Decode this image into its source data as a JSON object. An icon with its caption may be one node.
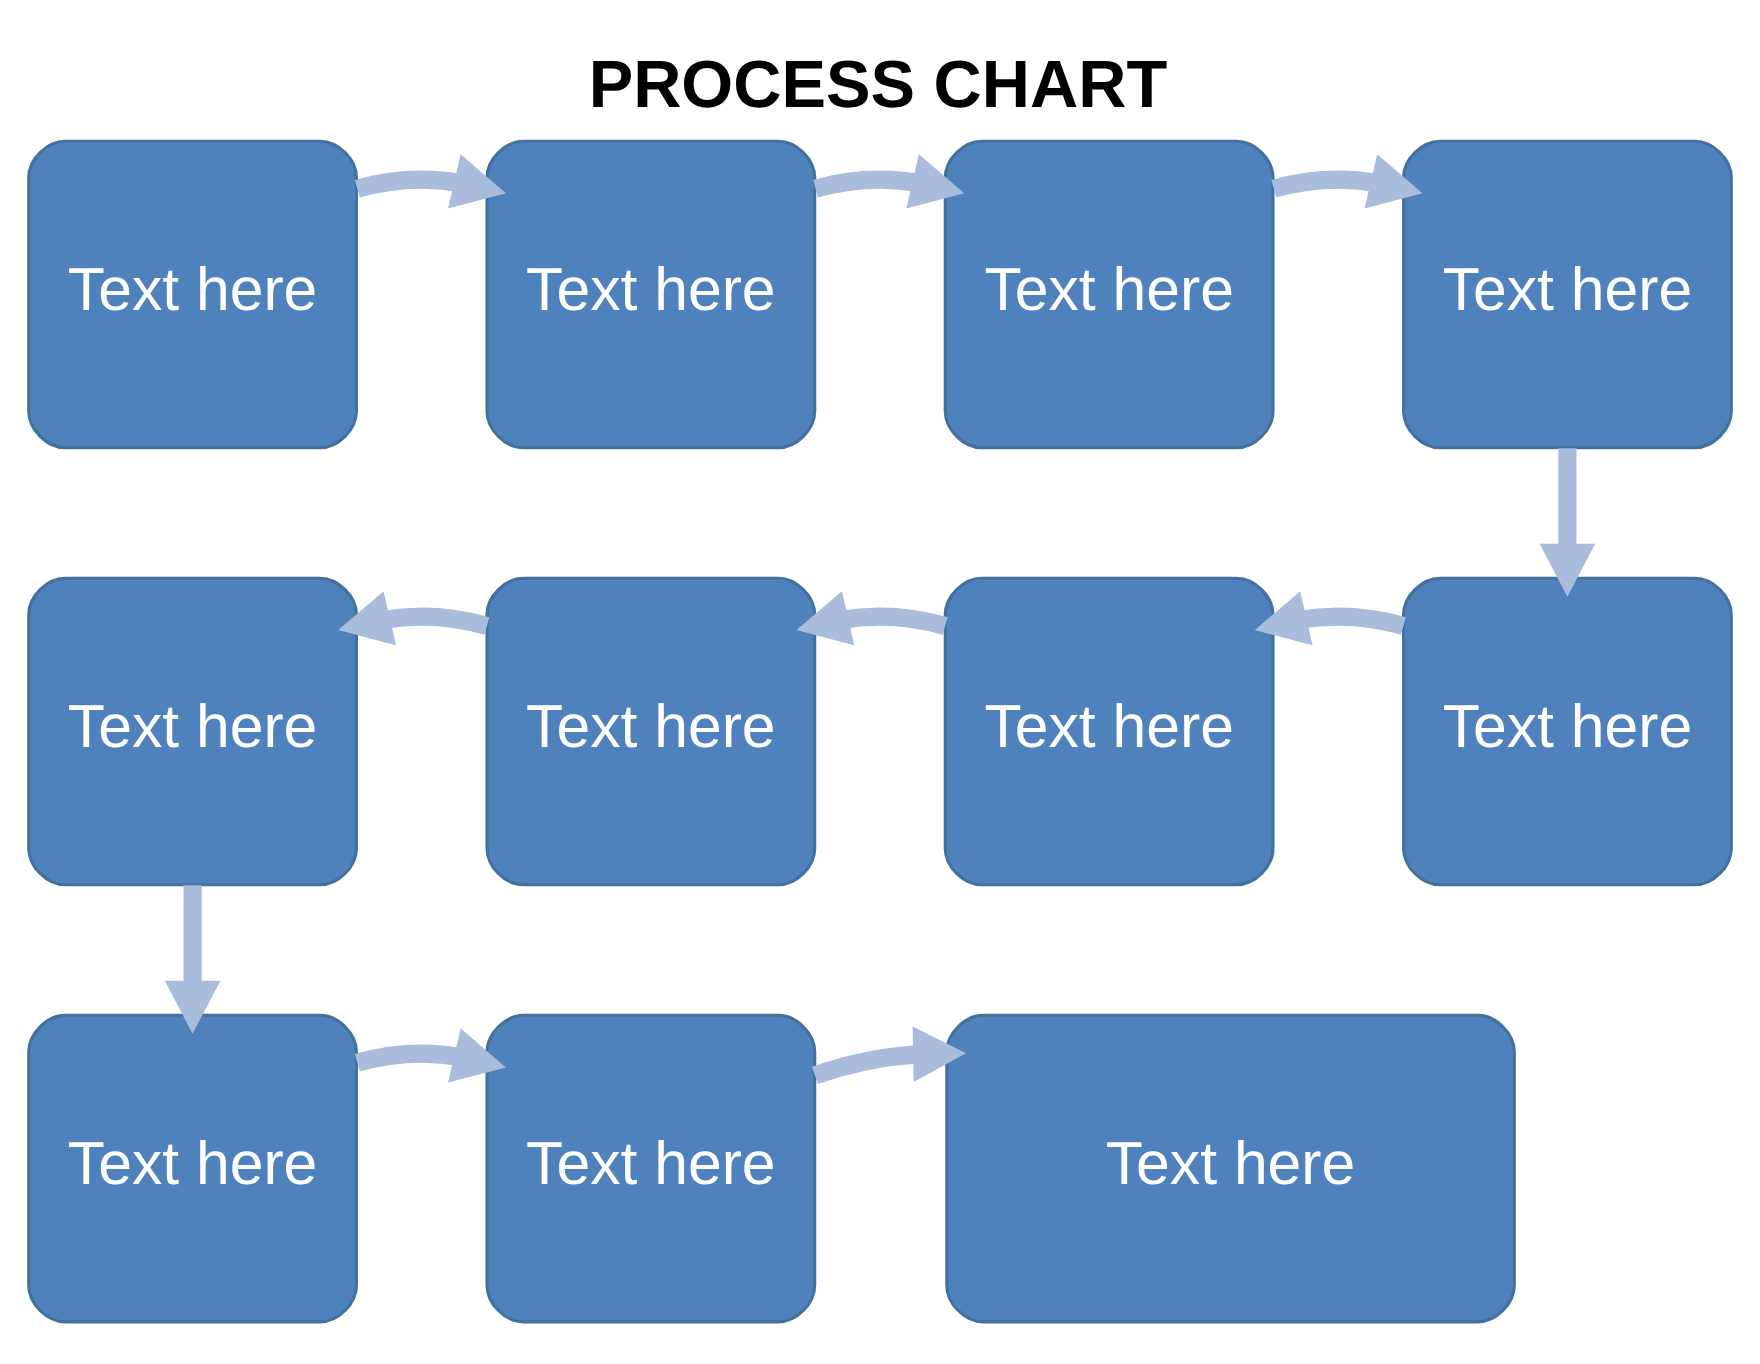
{
  "diagram": {
    "title": "PROCESS CHART",
    "nodes": [
      {
        "text": [
          "Text here"
        ]
      },
      {
        "text": [
          "Text here"
        ]
      },
      {
        "text": [
          "Text here"
        ]
      },
      {
        "text": [
          "Text here"
        ]
      },
      {
        "text": [
          "Text here"
        ]
      },
      {
        "text": [
          "Text here"
        ]
      },
      {
        "text": [
          "Text here"
        ]
      },
      {
        "text": [
          "Text here"
        ]
      },
      {
        "text": [
          "Text here"
        ]
      },
      {
        "text": [
          "Text here"
        ]
      },
      {
        "text": [
          "Text here"
        ]
      }
    ],
    "edges": [
      {
        "from": 0,
        "to": 1,
        "arrow": "to"
      },
      {
        "from": 1,
        "to": 2,
        "arrow": "to"
      },
      {
        "from": 2,
        "to": 3,
        "arrow": "to"
      },
      {
        "from": 3,
        "to": 7,
        "arrow": "to"
      },
      {
        "from": 7,
        "to": 6,
        "arrow": "to"
      },
      {
        "from": 6,
        "to": 5,
        "arrow": "to"
      },
      {
        "from": 5,
        "to": 4,
        "arrow": "to"
      },
      {
        "from": 4,
        "to": 8,
        "arrow": "to"
      },
      {
        "from": 8,
        "to": 9,
        "arrow": "to"
      },
      {
        "from": 9,
        "to": 10,
        "arrow": "to"
      }
    ]
  }
}
